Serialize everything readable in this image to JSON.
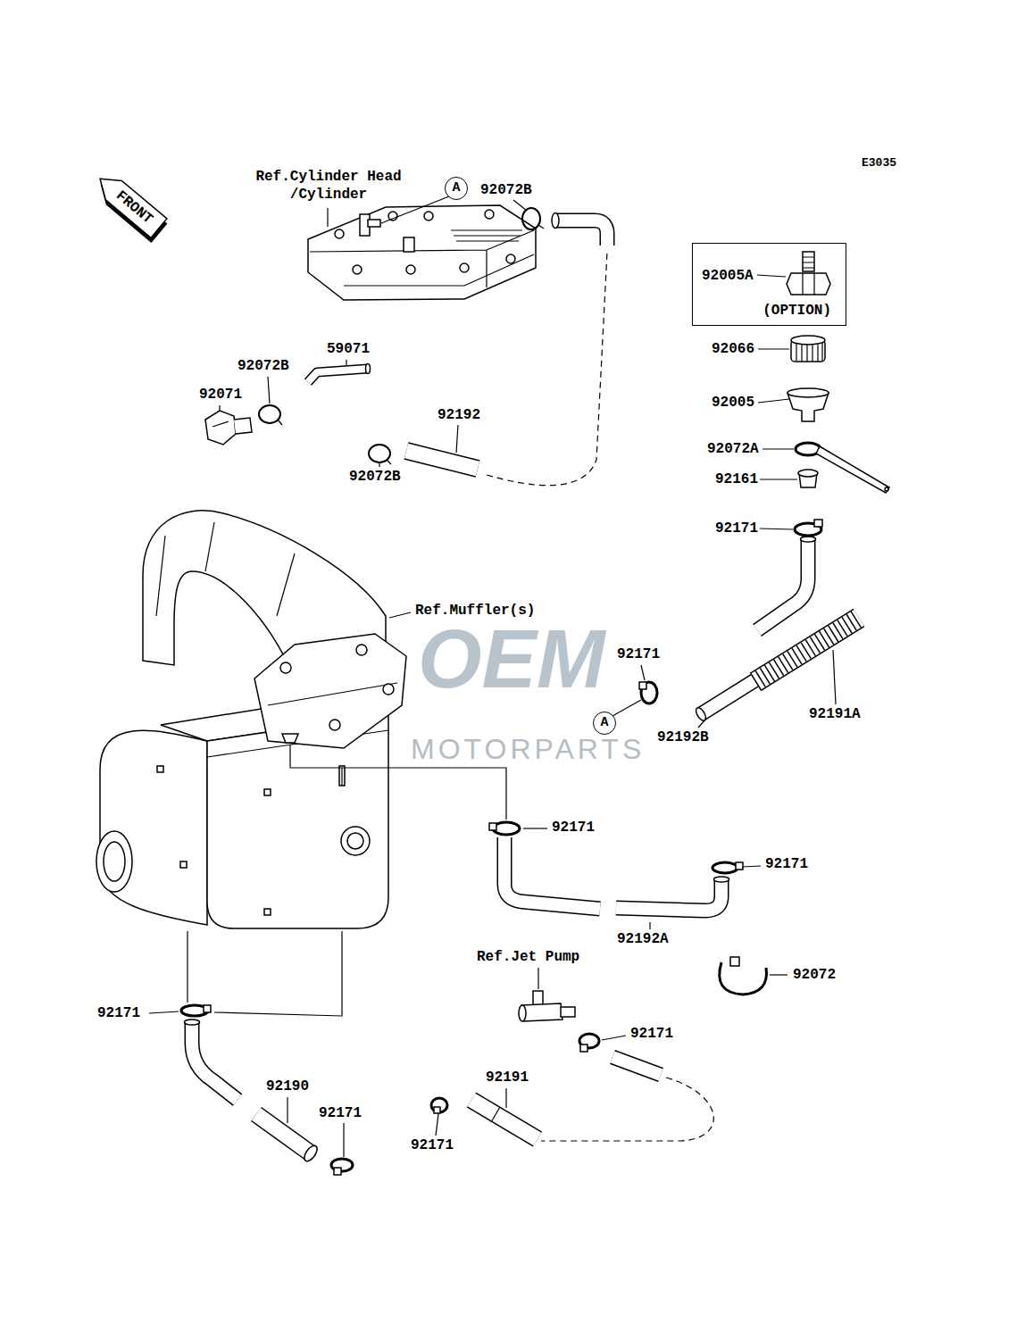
{
  "diagram": {
    "nodes": [
      {
        "text": [
          "FRONT"
        ]
      },
      {
        "text": [
          "A"
        ]
      },
      {
        "text": [
          "92005A",
          "(OPTION)"
        ]
      },
      {
        "text": [
          "A"
        ]
      }
    ],
    "labels": [
      "E3035",
      "Ref.Cylinder Head /Cylinder",
      "92072B",
      "92072B",
      "59071",
      "92071",
      "92192",
      "92072B",
      "92066",
      "92005",
      "92072A",
      "92161",
      "92171",
      "Ref.Muffler(s)",
      "92171",
      "92191A",
      "92192B",
      "92171",
      "92171",
      "92192A",
      "Ref.Jet Pump",
      "92072",
      "92171",
      "92171",
      "92191",
      "92190",
      "92171",
      "92171",
      "OEM",
      "MOTORPARTS"
    ]
  }
}
